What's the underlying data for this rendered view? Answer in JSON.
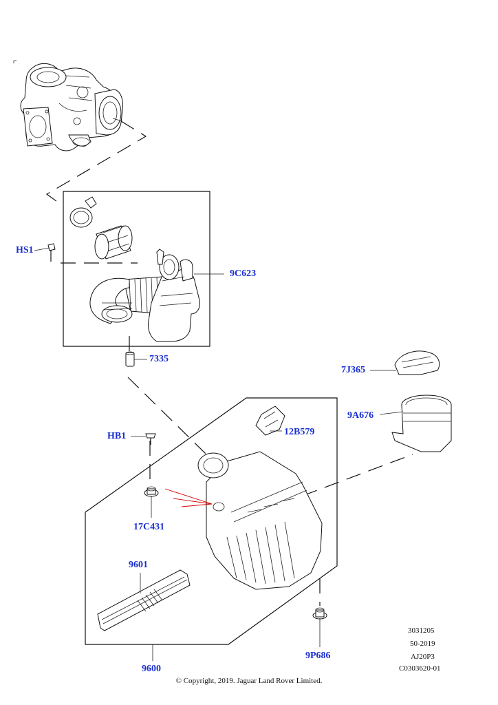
{
  "callouts": {
    "hs1": "HS1",
    "c9c623": "9C623",
    "c7335": "7335",
    "c7j365": "7J365",
    "c9a676": "9A676",
    "hb1": "HB1",
    "c12b579": "12B579",
    "c17c431": "17C431",
    "c9601": "9601",
    "c9600": "9600",
    "c9p686": "9P686"
  },
  "reference": {
    "line1": "3031205",
    "line2": "50-2019",
    "line3": "AJ20P3",
    "line4": "C0303620-01"
  },
  "copyright": "© Copyright, 2019. Jaguar Land Rover Limited.",
  "colors": {
    "callout": "#1a2fd1",
    "leader_red": "#d40000",
    "line": "#111111"
  }
}
